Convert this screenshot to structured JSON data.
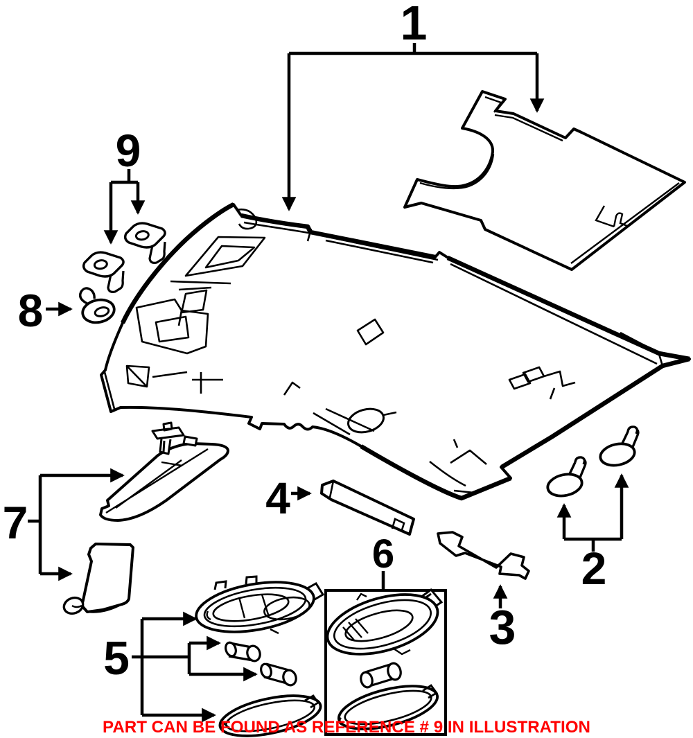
{
  "diagram": {
    "type": "exploded-parts-illustration",
    "subject": "vehicle headliner and interior trim components",
    "background": "#ffffff",
    "line_color": "#000000",
    "callouts": [
      {
        "label": "1"
      },
      {
        "label": "2"
      },
      {
        "label": "3"
      },
      {
        "label": "4"
      },
      {
        "label": "5"
      },
      {
        "label": "6"
      },
      {
        "label": "7"
      },
      {
        "label": "8"
      },
      {
        "label": "9"
      }
    ],
    "note": {
      "text": "PART CAN BE FOUND AS REFERENCE # 9 IN ILLUSTRATION",
      "color": "#ff0000"
    }
  }
}
